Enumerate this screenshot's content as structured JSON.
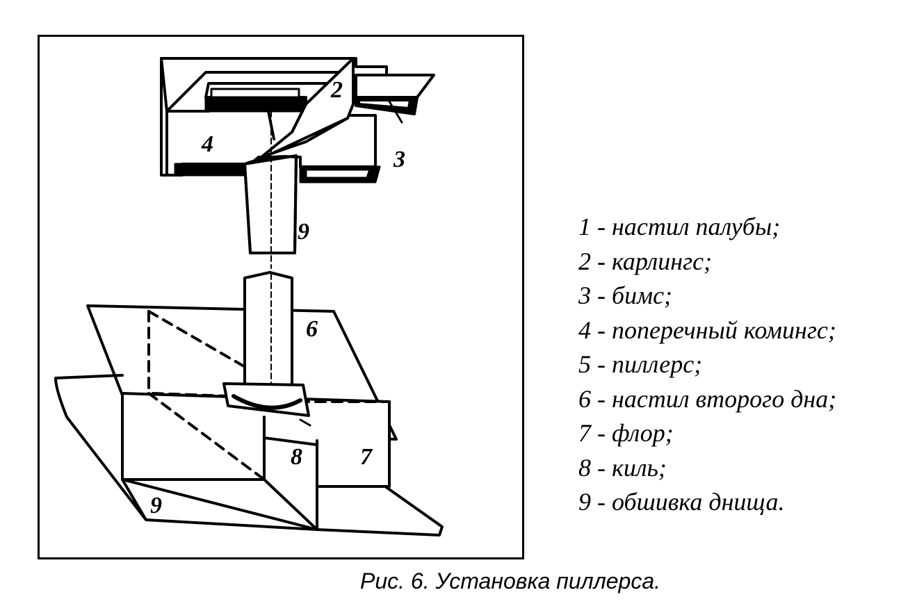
{
  "figure": {
    "part_labels": {
      "carlings": "2",
      "beam": "3",
      "coaming": "4",
      "pillar": "9",
      "inner_bottom": "6",
      "floor": "7",
      "keel": "8",
      "bottom_plating": "9"
    },
    "legend": [
      "1 - настил палубы;",
      "2 - карлингс;",
      "3 - бимс;",
      "4 - поперечный комингс;",
      "5 - пиллерс;",
      "6 - настил второго дна;",
      "7 - флор;",
      "8 - киль;",
      "9 - обшивка днища."
    ],
    "caption": "Рис. 6. Установка пиллерса."
  },
  "colors": {
    "ink": "#000000",
    "paper": "#ffffff"
  }
}
